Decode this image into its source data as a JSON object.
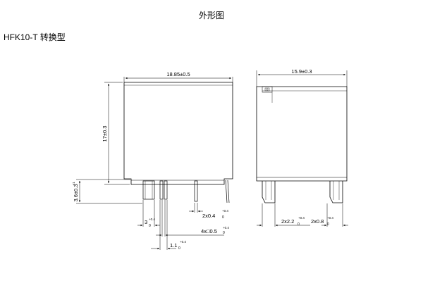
{
  "page_title": "外形图",
  "model_label": "HFK10-T 转换型",
  "dimensions": {
    "width_front": "18.85±0.5",
    "height": "17±0.3",
    "pin_standoff": "3.6±0.3",
    "pin_standoff_sup": "+1",
    "pin_thickness": "2x0.4",
    "pin_thickness_tol_upper": "+0.4",
    "pin_thickness_tol_lower": "0",
    "pin_spacing": "3",
    "pin_spacing_tol_upper": "+0.4",
    "pin_spacing_tol_lower": "0",
    "pin_square": "4x□0.5",
    "pin_square_tol_upper": "+0.4",
    "pin_square_tol_lower": "0",
    "pin_width": "1.1",
    "pin_width_tol_upper": "+0.4",
    "pin_width_tol_lower": "0",
    "width_side": "15.9±0.3",
    "side_pin_a": "2x2.2",
    "side_pin_a_tol_upper": "+0.4",
    "side_pin_a_tol_lower": "0",
    "side_pin_b": "2x0.8",
    "side_pin_b_tol_upper": "+0.4",
    "side_pin_b_tol_lower": "0"
  }
}
